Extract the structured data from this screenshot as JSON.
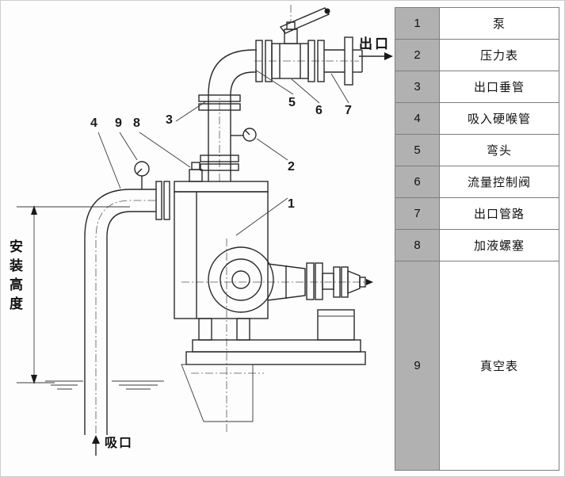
{
  "legend": {
    "rows": [
      {
        "num": "1",
        "name": "泵"
      },
      {
        "num": "2",
        "name": "压力表"
      },
      {
        "num": "3",
        "name": "出口垂管"
      },
      {
        "num": "4",
        "name": "吸入硬喉管"
      },
      {
        "num": "5",
        "name": "弯头"
      },
      {
        "num": "6",
        "name": "流量控制阀"
      },
      {
        "num": "7",
        "name": "出口管路"
      },
      {
        "num": "8",
        "name": "加液螺塞"
      },
      {
        "num": "9",
        "name": "真空表"
      }
    ]
  },
  "diagram": {
    "labels": {
      "outlet": "出口",
      "suction": "吸口",
      "install_height": "安装高度"
    },
    "callouts": {
      "c1": "1",
      "c2": "2",
      "c3": "3",
      "c4": "4",
      "c5": "5",
      "c6": "6",
      "c7": "7",
      "c8": "8",
      "c9": "9"
    }
  }
}
